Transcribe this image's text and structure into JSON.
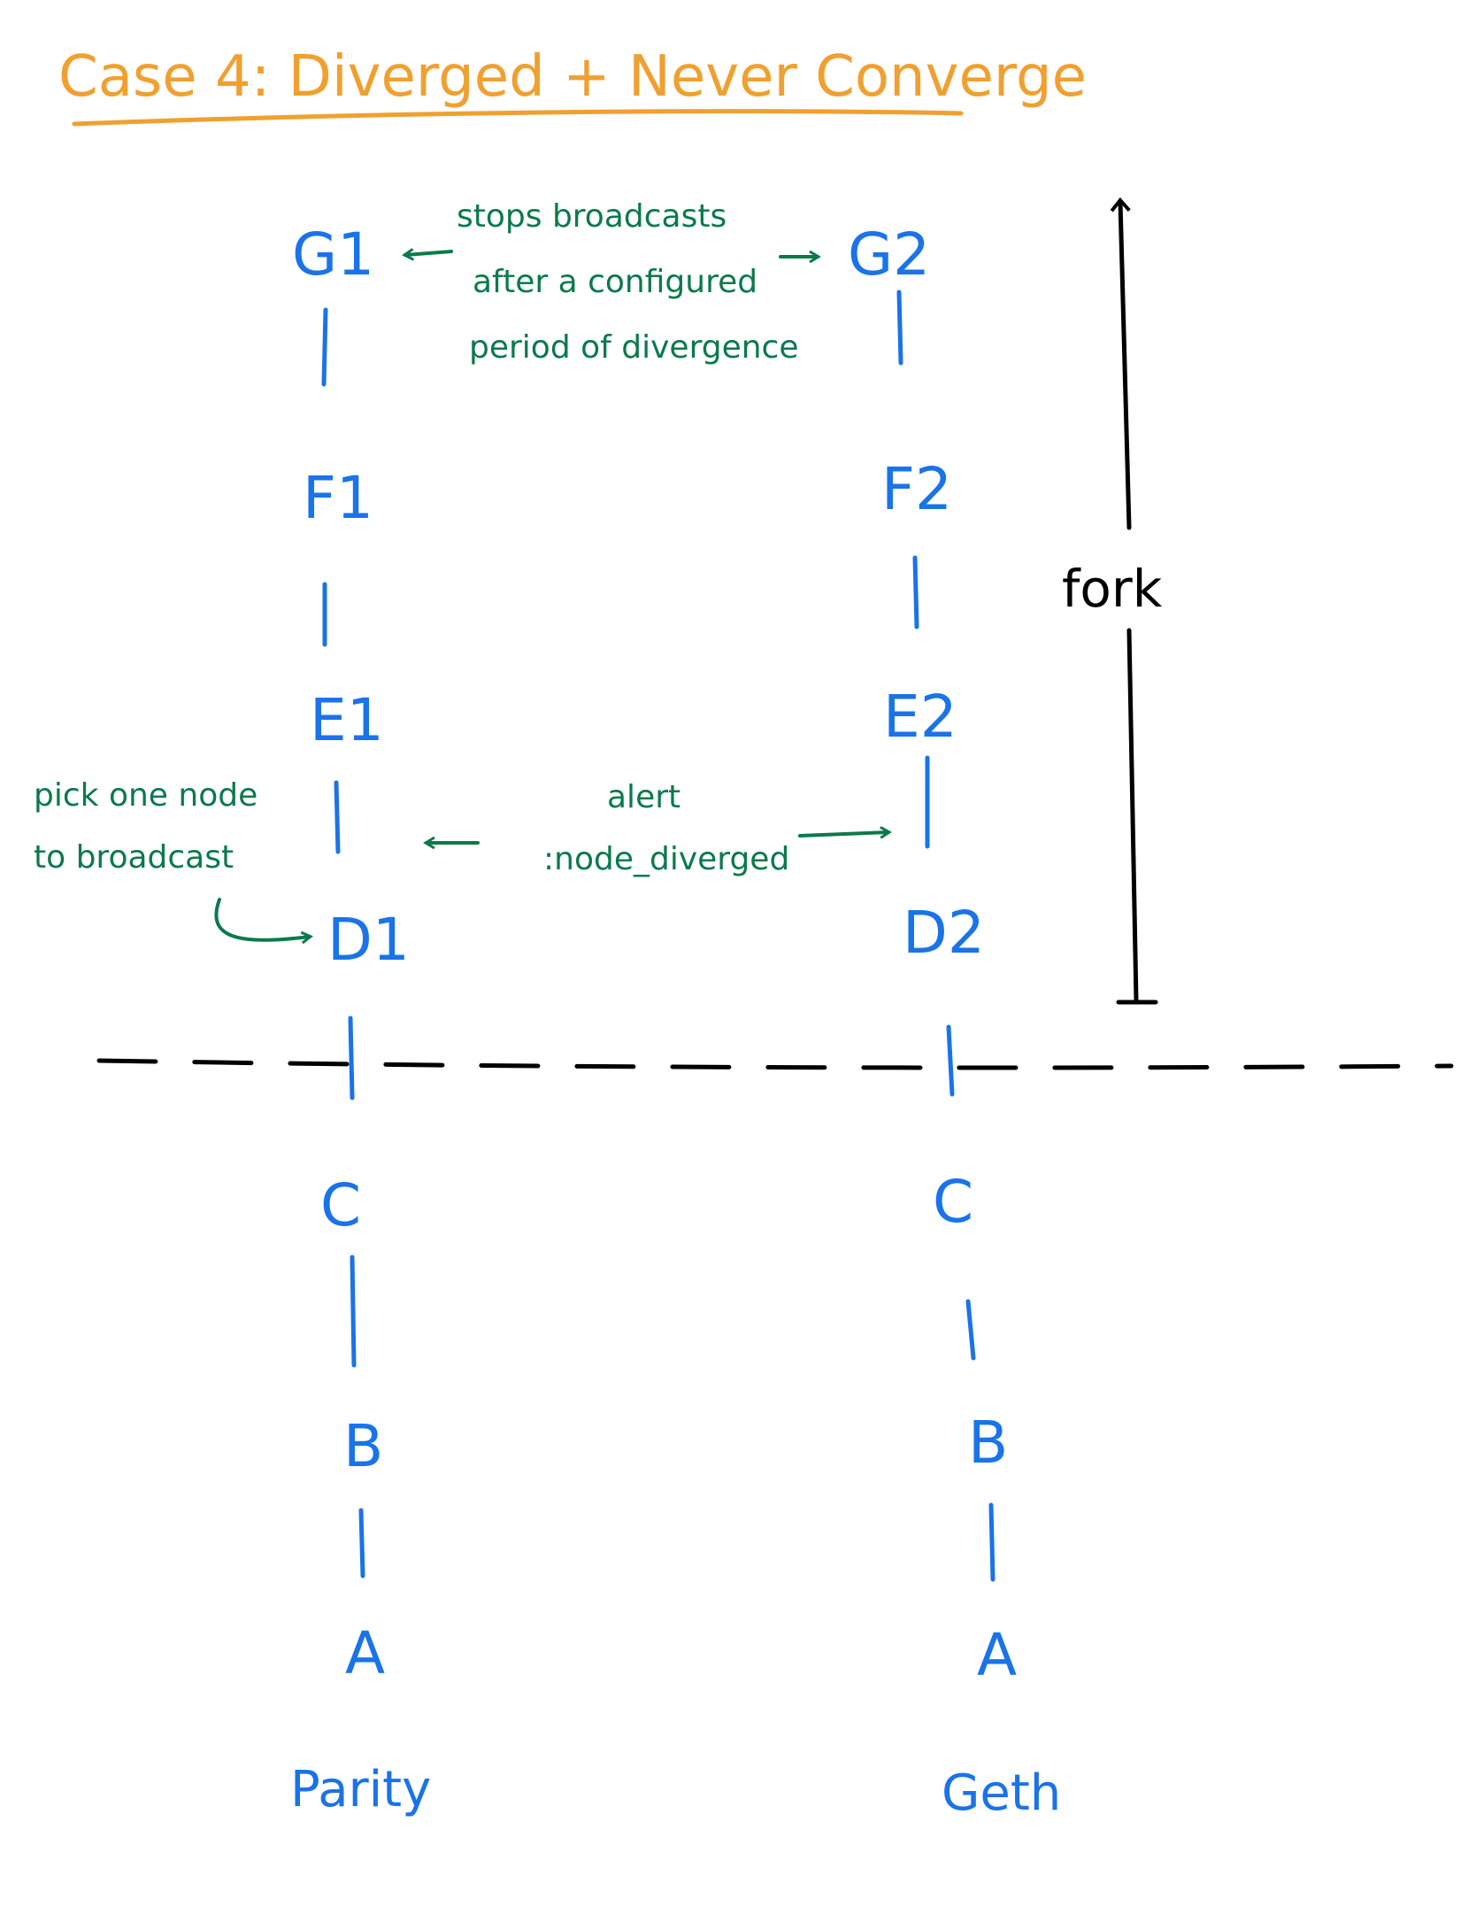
{
  "title": "Case 4: Diverged + Never Converge",
  "colors": {
    "title": "#f0a030",
    "node": "#1a73e8",
    "note": "#0b7a4b",
    "line": "#000000"
  },
  "chains": [
    {
      "client": "Parity",
      "shared": [
        "C",
        "B",
        "A"
      ],
      "forked": [
        "G1",
        "F1",
        "E1",
        "D1"
      ]
    },
    {
      "client": "Geth",
      "shared": [
        "C",
        "B",
        "A"
      ],
      "forked": [
        "G2",
        "F2",
        "E2",
        "D2"
      ]
    }
  ],
  "fork": {
    "label": "fork"
  },
  "notes": {
    "stop_broadcasts": [
      "stops broadcasts",
      "after a configured",
      "period of divergence"
    ],
    "alert": [
      "alert",
      ":node_diverged"
    ],
    "pick_node": [
      "pick one node",
      "to broadcast"
    ]
  }
}
